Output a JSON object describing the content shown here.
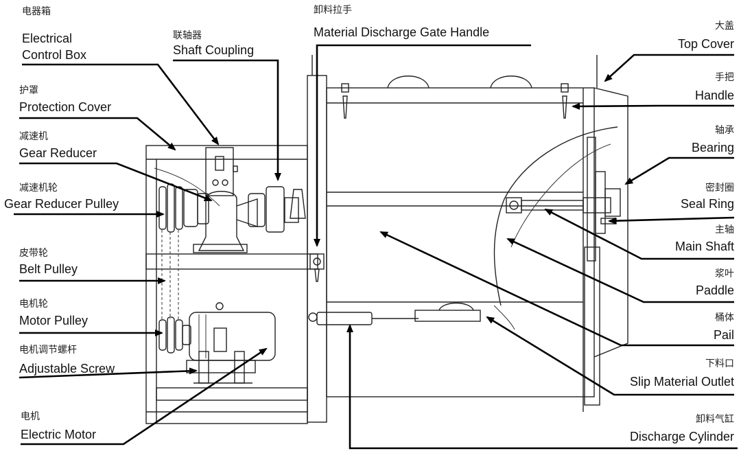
{
  "labels": {
    "electrical_control_box": {
      "zh": "电器箱",
      "en1": "Electrical",
      "en2": "Control Box"
    },
    "shaft_coupling": {
      "zh": "联轴器",
      "en": "Shaft Coupling"
    },
    "protection_cover": {
      "zh": "护罩",
      "en": "Protection Cover"
    },
    "gear_reducer": {
      "zh": "减速机",
      "en": "Gear Reducer"
    },
    "gear_reducer_pulley": {
      "zh": "减速机轮",
      "en": "Gear Reducer Pulley"
    },
    "belt_pulley": {
      "zh": "皮带轮",
      "en": "Belt Pulley"
    },
    "motor_pulley": {
      "zh": "电机轮",
      "en": "Motor Pulley"
    },
    "adjustable_screw": {
      "zh": "电机调节螺杆",
      "en": "Adjustable Screw"
    },
    "electric_motor": {
      "zh": "电机",
      "en": "Electric Motor"
    },
    "discharge_gate_handle": {
      "zh": "卸料拉手",
      "en": "Material Discharge Gate Handle"
    },
    "top_cover": {
      "zh": "大盖",
      "en": "Top Cover"
    },
    "handle": {
      "zh": "手把",
      "en": "Handle"
    },
    "bearing": {
      "zh": "轴承",
      "en": "Bearing"
    },
    "seal_ring": {
      "zh": "密封圈",
      "en": "Seal Ring"
    },
    "main_shaft": {
      "zh": "主轴",
      "en": "Main Shaft"
    },
    "paddle": {
      "zh": "浆叶",
      "en": "Paddle"
    },
    "pail": {
      "zh": "桶体",
      "en": "Pail"
    },
    "slip_material_outlet": {
      "zh": "下料口",
      "en": "Slip Material Outlet"
    },
    "discharge_cylinder": {
      "zh": "卸料气缸",
      "en": "Discharge Cylinder"
    }
  }
}
